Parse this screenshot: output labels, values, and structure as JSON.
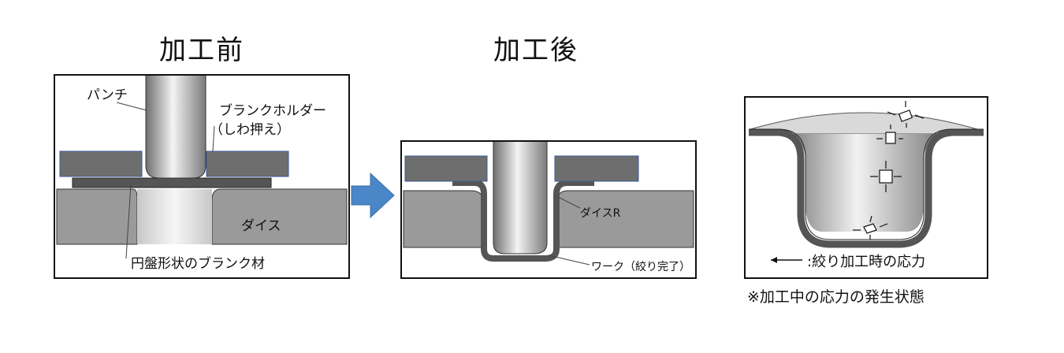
{
  "before": {
    "title": "加工前",
    "labels": {
      "punch": "パンチ",
      "holder_1": "ブランクホルダー",
      "holder_2": "（しわ押え）",
      "die": "ダイス",
      "blank": "円盤形状のブランク材"
    }
  },
  "after": {
    "title": "加工後",
    "labels": {
      "die_r": "ダイスR",
      "work": "ワーク（絞り完了）"
    }
  },
  "stress": {
    "legend": ":絞り加工時の応力",
    "caption": "※加工中の応力の発生状態"
  },
  "colors": {
    "holder": "#6e6e6e",
    "die": "#9a9a9a",
    "blank": "#555555",
    "arrow": "#4a86c8",
    "outline": "#111111"
  },
  "icons": {
    "process_arrow": "right-arrow-icon"
  }
}
